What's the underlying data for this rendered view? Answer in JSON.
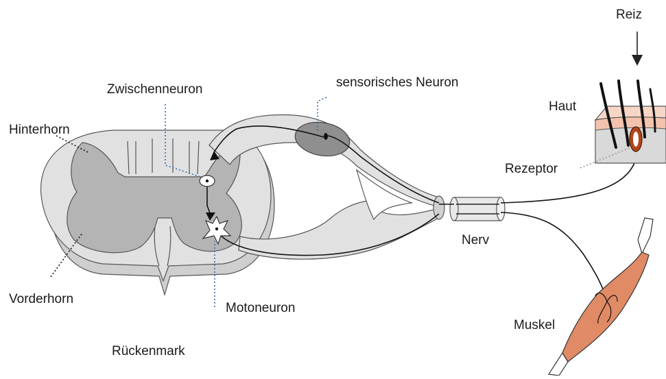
{
  "labels": {
    "reiz": "Reiz",
    "zwischenneuron": "Zwischenneuron",
    "sensorisches_neuron": "sensorisches Neuron",
    "haut": "Haut",
    "hinterhorn": "Hinterhorn",
    "rezeptor": "Rezeptor",
    "nerv": "Nerv",
    "vorderhorn": "Vorderhorn",
    "motoneuron": "Motoneuron",
    "muskel": "Muskel",
    "rueckenmark": "Rückenmark"
  },
  "colors": {
    "white_matter": "#e1e1e1",
    "grey_matter": "#b4b4b4",
    "ganglion": "#8f8f8f",
    "skin_top": "#f4c3ad",
    "skin_tissue": "#d9d9d9",
    "receptor": "#b5451b",
    "muscle": "#e08a66",
    "leader_blue": "#2f6db3"
  },
  "icons": {
    "stimulus": "down-arrow-icon"
  }
}
